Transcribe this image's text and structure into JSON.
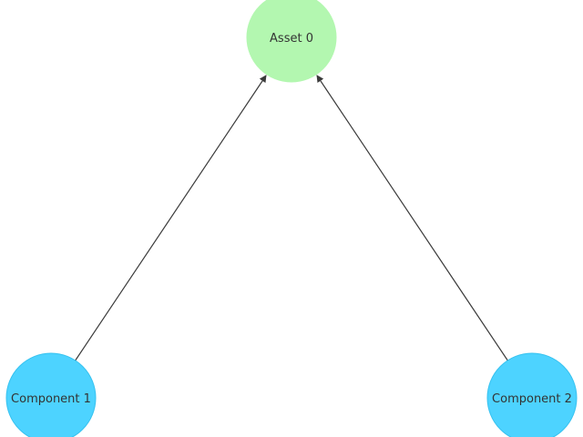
{
  "diagram": {
    "nodes": [
      {
        "id": "asset-0",
        "label": "Asset 0",
        "fill": "#b3f7b0",
        "stroke": "#b3f7b0"
      },
      {
        "id": "component-1",
        "label": "Component 1",
        "fill": "#4dd3ff",
        "stroke": "#36c2f0"
      },
      {
        "id": "component-2",
        "label": "Component 2",
        "fill": "#4dd3ff",
        "stroke": "#36c2f0"
      }
    ],
    "edges": [
      {
        "from": "component-1",
        "to": "asset-0"
      },
      {
        "from": "component-2",
        "to": "asset-0"
      }
    ],
    "edge_color": "#3a3a3a"
  }
}
